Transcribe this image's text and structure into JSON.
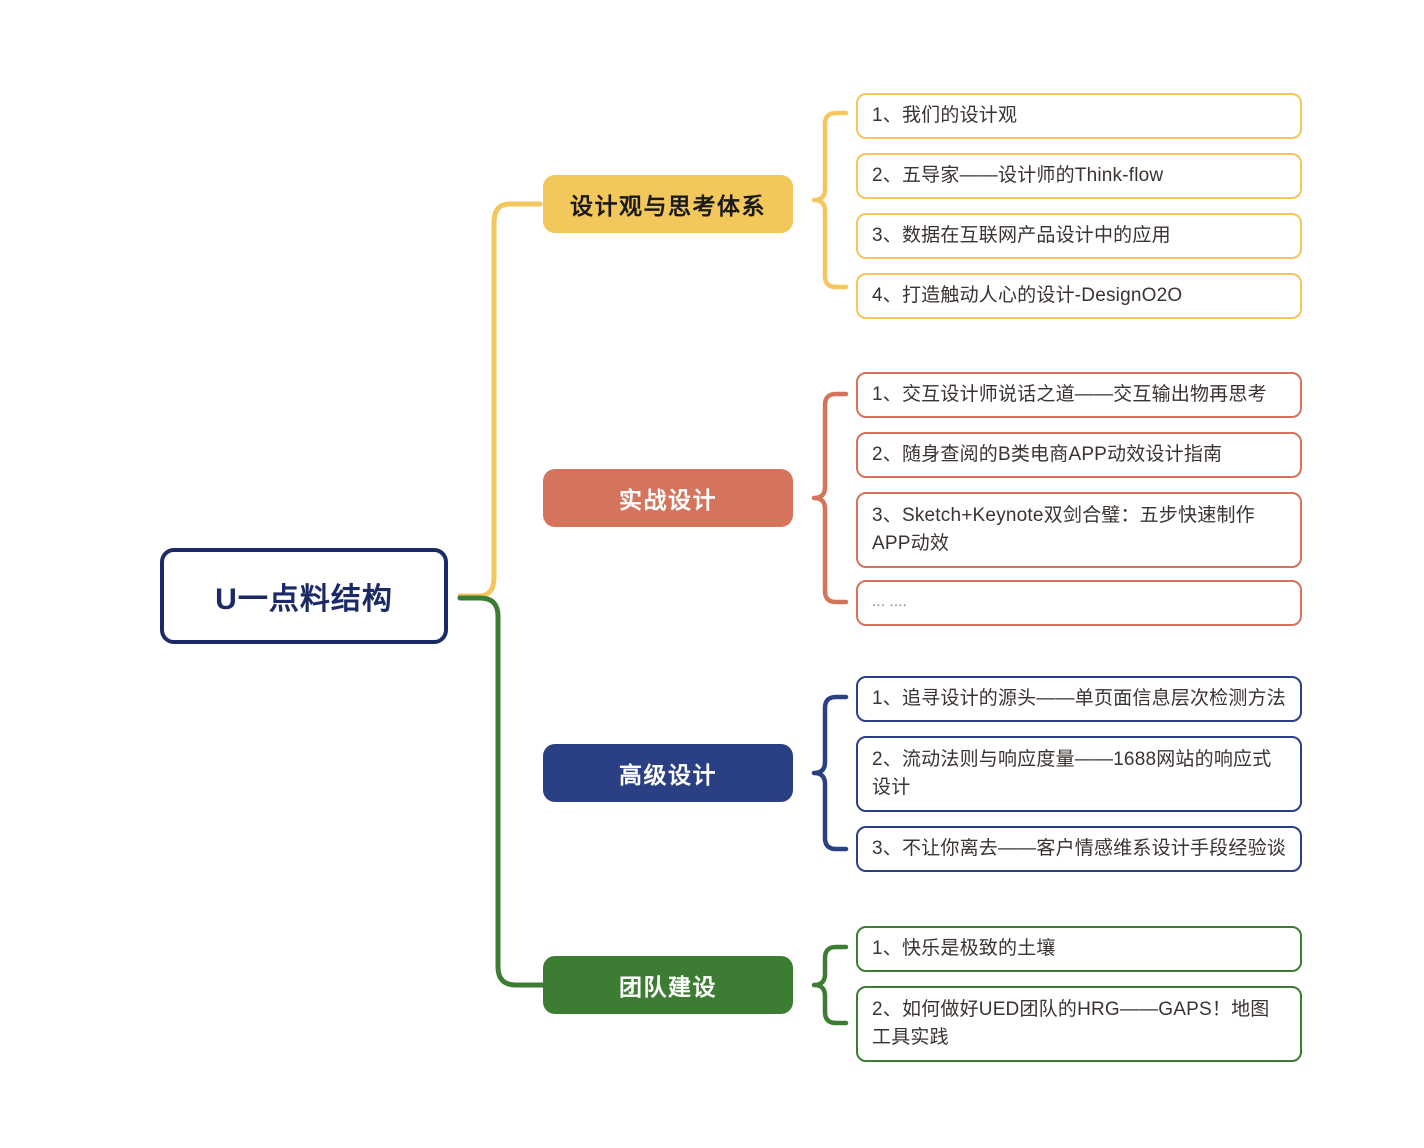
{
  "diagram": {
    "title": "U一点料结构",
    "type": "mind-map",
    "root": {
      "label": "U一点料结构",
      "border_color": "#1B2A66",
      "text_color": "#1B2A66",
      "background": "#FFFFFF"
    },
    "branches": [
      {
        "id": "design-philosophy",
        "label": "设计观与思考体系",
        "color": "#F2C75C",
        "text_color": "#1A1A1A",
        "leaves": [
          {
            "label": "1、我们的设计观"
          },
          {
            "label": "2、五导家——设计师的Think-flow"
          },
          {
            "label": "3、数据在互联网产品设计中的应用"
          },
          {
            "label": "4、打造触动人心的设计-DesignO2O"
          }
        ]
      },
      {
        "id": "practical-design",
        "label": "实战设计",
        "color": "#D4745C",
        "text_color": "#FFFFFF",
        "leaves": [
          {
            "label": "1、交互设计师说话之道——交互输出物再思考"
          },
          {
            "label": "2、随身查阅的B类电商APP动效设计指南"
          },
          {
            "label": "3、Sketch+Keynote双剑合璧：五步快速制作APP动效"
          },
          {
            "label": "... ....",
            "muted": true
          }
        ]
      },
      {
        "id": "advanced-design",
        "label": "高级设计",
        "color": "#2A3F84",
        "text_color": "#FFFFFF",
        "leaves": [
          {
            "label": "1、追寻设计的源头——单页面信息层次检测方法"
          },
          {
            "label": "2、流动法则与响应度量——1688网站的响应式设计"
          },
          {
            "label": "3、不让你离去——客户情感维系设计手段经验谈"
          }
        ]
      },
      {
        "id": "team-building",
        "label": "团队建设",
        "color": "#3D7D33",
        "text_color": "#FFFFFF",
        "leaves": [
          {
            "label": "1、快乐是极致的土壤"
          },
          {
            "label": "2、如何做好UED团队的HRG——GAPS！地图工具实践"
          }
        ]
      }
    ],
    "connectors": {
      "root_to_branch1_color": "#F2C75C",
      "root_to_branch4_color": "#3D7D33",
      "brace_style": "curly-brace"
    }
  }
}
